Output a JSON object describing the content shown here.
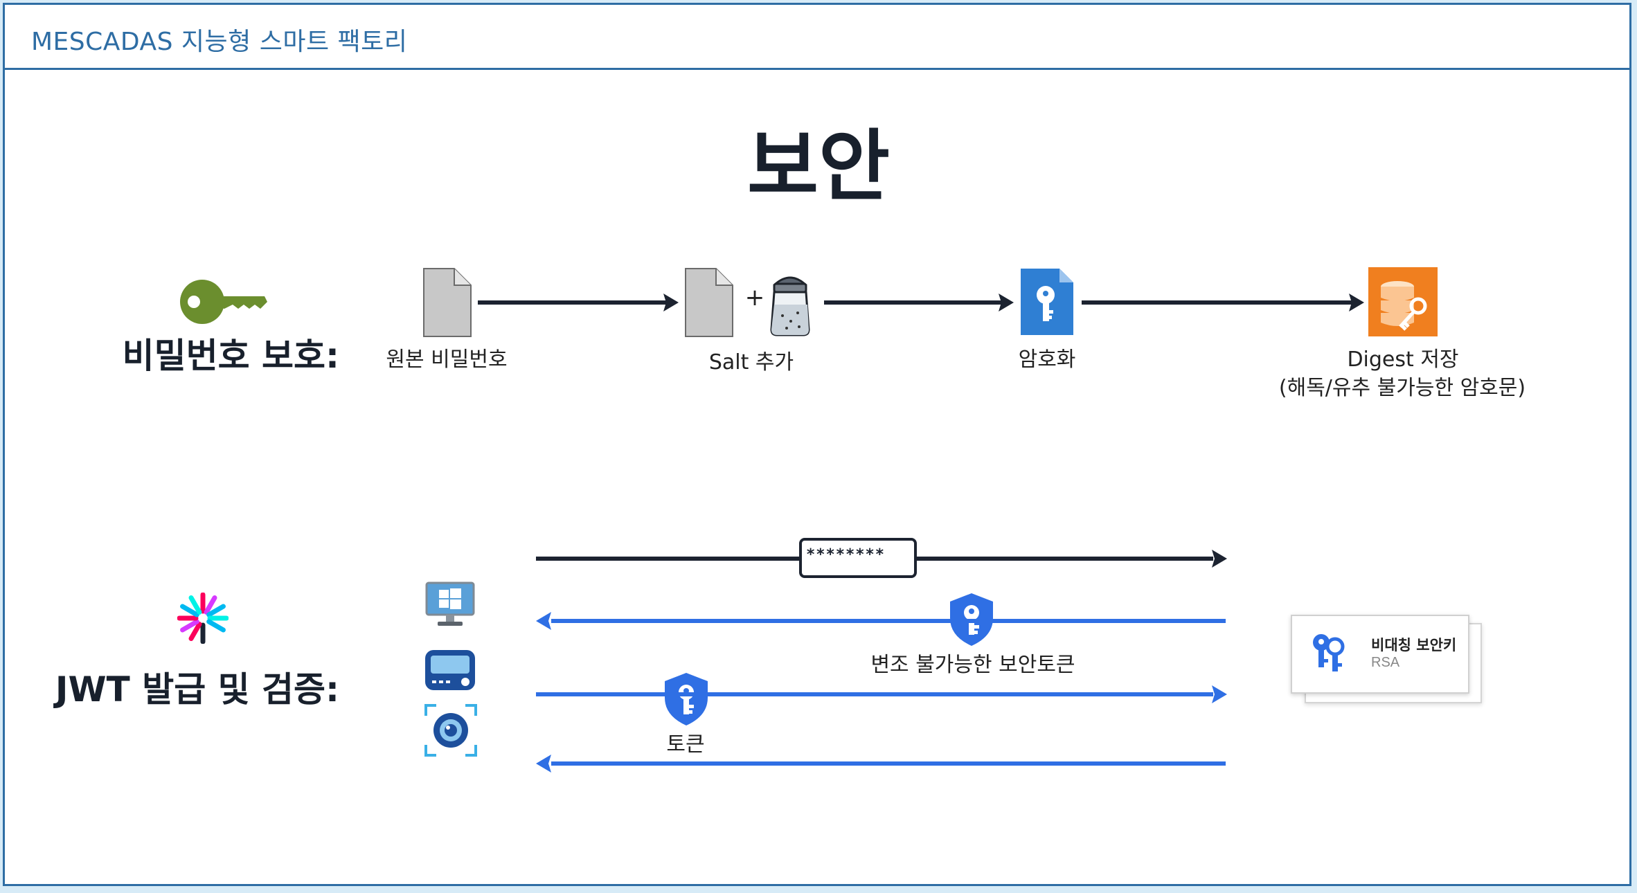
{
  "header": {
    "title": "MESCADAS 지능형 스마트 팩토리"
  },
  "main_title": "보안",
  "password_section": {
    "label": "비밀번호 보호:",
    "steps": [
      {
        "caption": "원본 비밀번호",
        "icon": "document-icon"
      },
      {
        "caption": "Salt 추가",
        "icon": "salt-shaker-icon",
        "plus": "+"
      },
      {
        "caption": "암호화",
        "icon": "encrypted-file-icon"
      },
      {
        "caption": "Digest 저장",
        "caption2": "(해독/유추 불가능한 암호문)",
        "icon": "database-key-icon"
      }
    ],
    "key_icon": "key-icon",
    "key_color": "#6b8e2e",
    "digest_color": "#f07f1f"
  },
  "jwt_section": {
    "label": "JWT 발급 및 검증:",
    "logo_icon": "jwt-logo-icon",
    "clients": [
      "windows-pc-icon",
      "device-icon",
      "camera-icon"
    ],
    "password_masked": "********",
    "forged_token_caption": "변조 불가능한 보안토큰",
    "token_caption": "토큰",
    "rsa_card": {
      "title": "비대칭 보안키",
      "subtitle": "RSA"
    },
    "arrow_color_dark": "#1c2330",
    "arrow_color_blue": "#2f6fe4"
  }
}
